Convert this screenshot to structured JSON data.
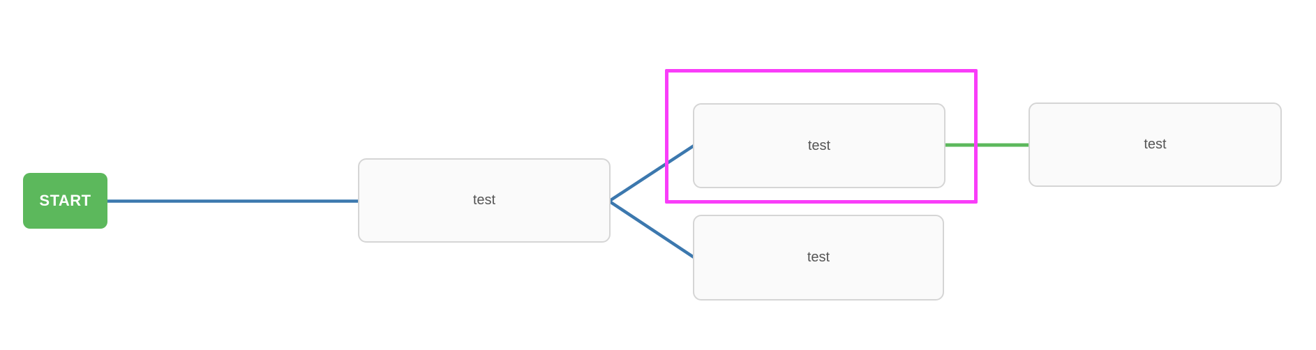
{
  "diagram": {
    "start_label": "START",
    "nodes": [
      {
        "id": "node-1",
        "label": "test",
        "highlighted": false
      },
      {
        "id": "node-2",
        "label": "test",
        "highlighted": true
      },
      {
        "id": "node-3",
        "label": "test",
        "highlighted": false
      },
      {
        "id": "node-4",
        "label": "test",
        "highlighted": false
      }
    ],
    "edges": [
      {
        "from": "start",
        "to": "node-1",
        "color": "blue"
      },
      {
        "from": "node-1",
        "to": "node-2",
        "color": "blue"
      },
      {
        "from": "node-1",
        "to": "node-3",
        "color": "blue"
      },
      {
        "from": "node-2",
        "to": "node-4",
        "color": "green"
      }
    ]
  },
  "theme": {
    "canvas_bg": "#ffffff",
    "start_bg": "#5cb85c",
    "start_text": "#ffffff",
    "edge_blue": "#3c78ae",
    "edge_green": "#5cb85c",
    "highlight": "#f93df9",
    "node_bg": "#fafafa",
    "node_border": "#d5d5d5",
    "node_text": "#555555"
  }
}
